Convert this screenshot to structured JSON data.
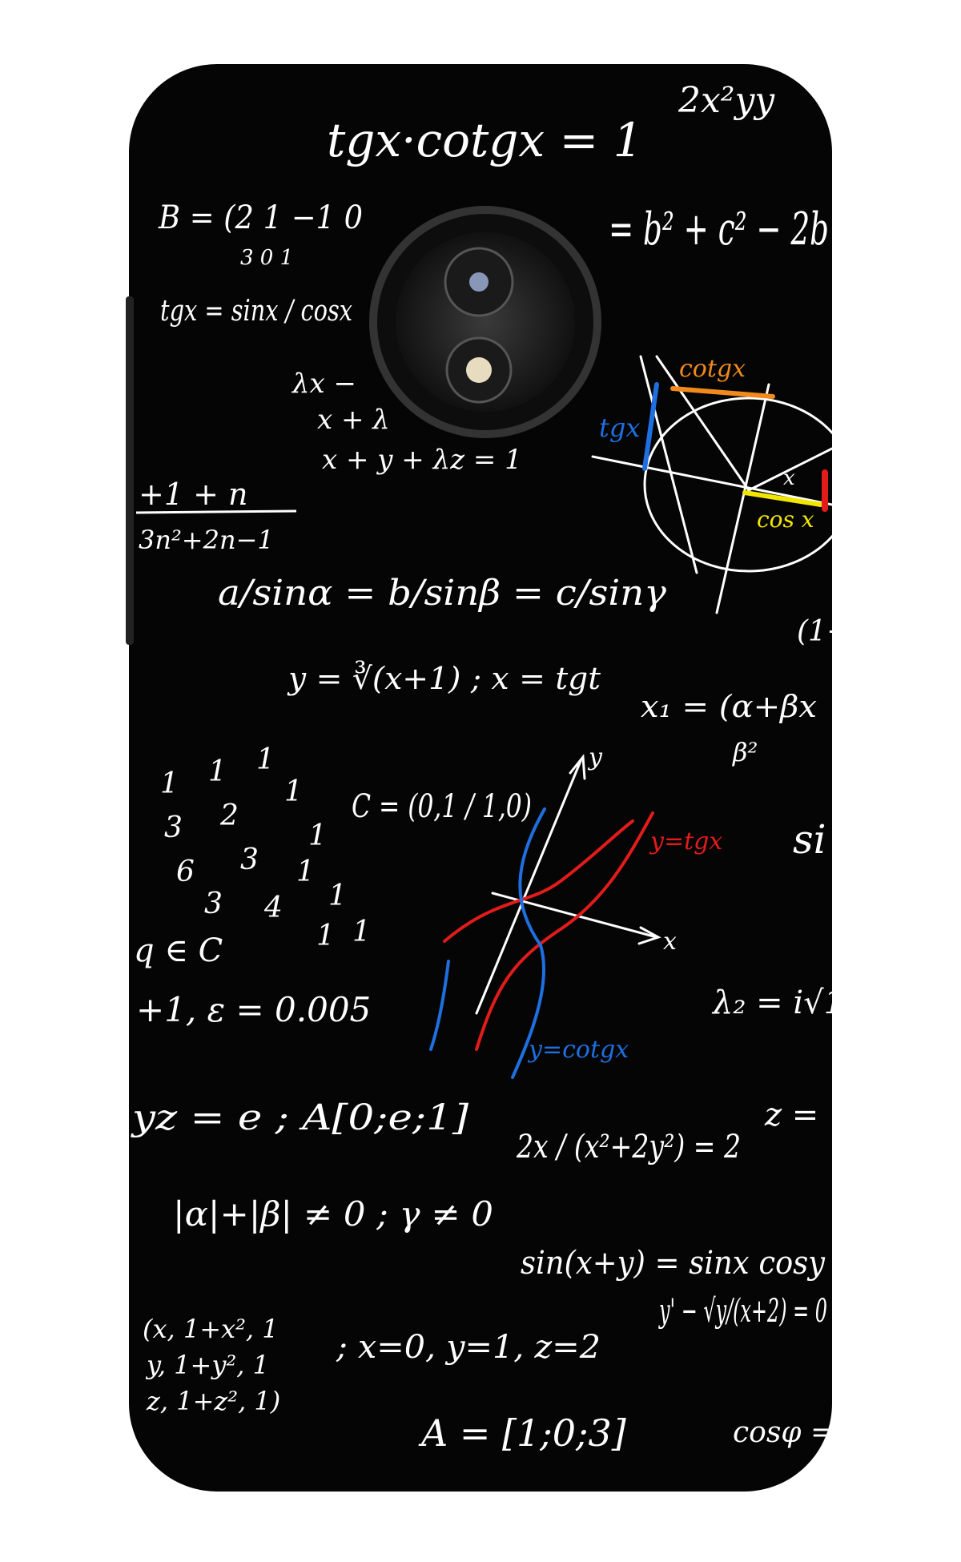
{
  "product": "phone-case",
  "colors": {
    "case": "#050505",
    "chalk": "#ffffff",
    "red": "#e21b1b",
    "blue": "#1e6fe0",
    "yellow": "#f2e600",
    "orange": "#f08a1c"
  },
  "formulas": {
    "f1": "tgx·cotgx = 1",
    "f2": "2x²yy",
    "f3": "B = (2 1 −1 0",
    "f3b": "3 0 1",
    "f4": "= b² + c² − 2b",
    "f5": "tgx = sinx / cosx",
    "f6": "λx −",
    "f7": "x + λ",
    "f8": "x + y + λz = 1",
    "f9": "+1 + n",
    "f9b": "3n²+2n−1",
    "f10": "a/sinα = b/sinβ = c/sinγ",
    "f11": "y = ∛(x+1) ; x = tgt",
    "f12": "x₁ = (α+βx",
    "f12b": "β²",
    "f13": "(1−",
    "f14": "C = (0,1 / 1,0)",
    "f15": "si",
    "f16": "q ∈ C",
    "f17": "+1, ε = 0.005",
    "f18": "λ₂ = i√1",
    "f19": "yz = e ; A[0;e;1]",
    "f20": "2x / (x²+2y²) = 2",
    "f21": "z =",
    "f22": "|α|+|β| ≠ 0 ; γ ≠ 0",
    "f23": "sin(x+y) = sinx cosy",
    "f24": "(x, 1+x², 1",
    "f24b": "y, 1+y², 1",
    "f24c": "z, 1+z², 1)",
    "f25": "; x=0, y=1, z=2",
    "f26": "y' − √y/(x+2) = 0",
    "f27": "A = [1;0;3]",
    "f28": "cosφ ="
  },
  "circle_labels": {
    "cotg": "cotgx",
    "tg": "tgx",
    "cos": "cos x",
    "x": "x"
  },
  "graph_labels": {
    "y_axis": "y",
    "x_axis": "x",
    "tg": "y=tgx",
    "cotg": "y=cotgx"
  },
  "digits": [
    "1",
    "1",
    "1",
    "1",
    "2",
    "1",
    "3",
    "3",
    "1",
    "6",
    "3",
    "1",
    "4",
    "1",
    "1"
  ]
}
